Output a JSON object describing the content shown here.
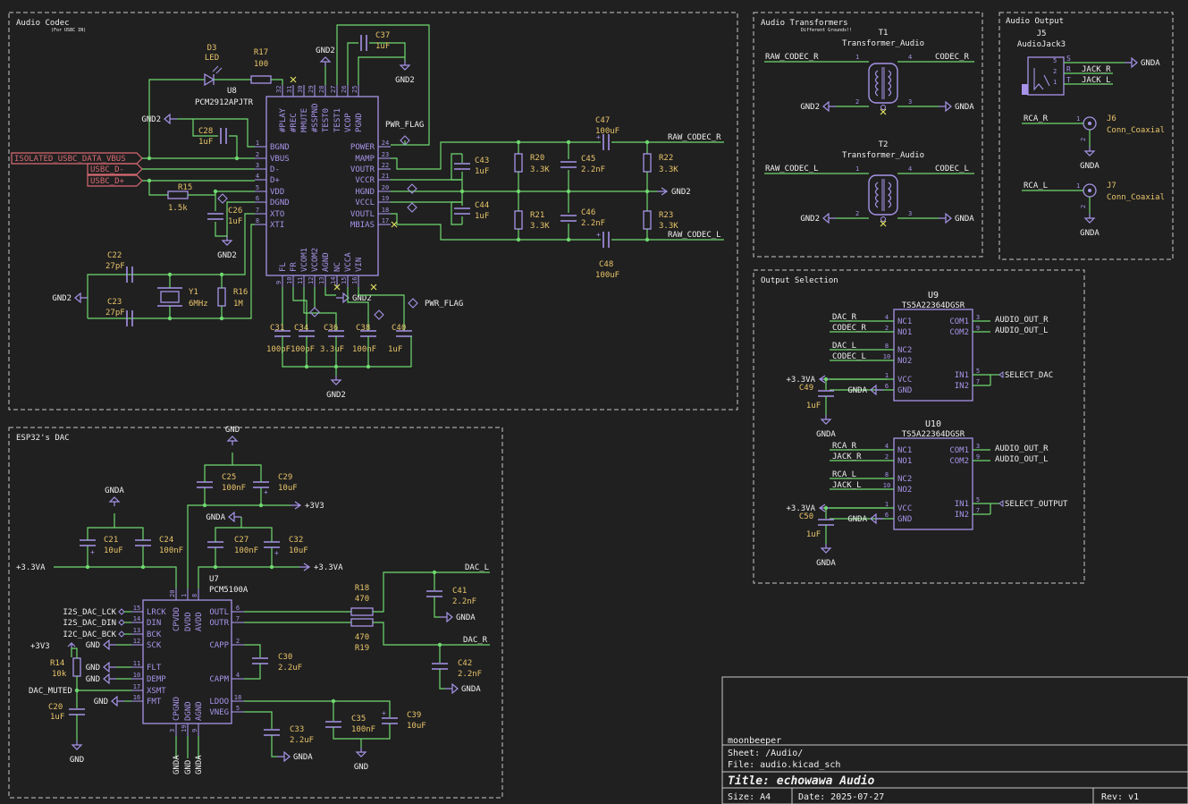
{
  "colors": {
    "background": "#202020",
    "wire": "#6fd96f",
    "component": "#a794e8",
    "value": "#e8c46a",
    "label": "#f0f0f0",
    "hier_label": "#d86a72",
    "frame": "#c8c8c8",
    "no_connect": "#e0e060"
  },
  "sections": {
    "audio_codec": "Audio Codec",
    "audio_codec_note": "(For USBC IN)",
    "transformers": "Audio Transformers",
    "transformers_note": "Different Grounds!!",
    "audio_output": "Audio Output",
    "output_selection": "Output Selection",
    "esp_dac": "ESP32's DAC"
  },
  "title_block": {
    "company": "moonbeeper",
    "sheet": "Sheet: /Audio/",
    "file": "File: audio.kicad_sch",
    "title": "Title: echowawa Audio",
    "size": "Size: A4",
    "date": "Date: 2025-07-27",
    "rev": "Rev: v1"
  },
  "hier_labels": {
    "vbus": "ISOLATED_USBC_DATA_VBUS",
    "dm": "USBC_D-",
    "dp": "USBC_D+"
  },
  "net_labels": {
    "raw_codec_r": "RAW_CODEC_R",
    "raw_codec_l": "RAW_CODEC_L",
    "codec_r": "CODEC_R",
    "codec_l": "CODEC_L",
    "jack_r": "JACK_R",
    "jack_l": "JACK_L",
    "rca_r": "RCA_R",
    "rca_l": "RCA_L",
    "dac_r": "DAC_R",
    "dac_l": "DAC_L",
    "audio_out_r": "AUDIO_OUT_R",
    "audio_out_l": "AUDIO_OUT_L",
    "select_dac": "SELECT_DAC",
    "select_output": "SELECT_OUTPUT",
    "dac_muted": "DAC_MUTED",
    "i2s_lck": "I2S_DAC_LCK",
    "i2s_din": "I2S_DAC_DIN",
    "i2s_bck": "I2C_DAC_BCK",
    "pwr_flag": "PWR_FLAG"
  },
  "power": {
    "gnd": "GND",
    "gnd2": "GND2",
    "gnda": "GNDA",
    "v33": "+3V3",
    "v33a": "+3.3VA"
  },
  "codec": {
    "ref": "U8",
    "part": "PCM2912APJTR",
    "left_pins": [
      {
        "num": "1",
        "name": "BGND"
      },
      {
        "num": "2",
        "name": "VBUS"
      },
      {
        "num": "3",
        "name": "D-"
      },
      {
        "num": "4",
        "name": "D+"
      },
      {
        "num": "5",
        "name": "VDD"
      },
      {
        "num": "6",
        "name": "DGND"
      },
      {
        "num": "7",
        "name": "XTO"
      },
      {
        "num": "8",
        "name": "XTI"
      }
    ],
    "right_pins": [
      {
        "num": "24",
        "name": "POWER"
      },
      {
        "num": "23",
        "name": "MAMP"
      },
      {
        "num": "22",
        "name": "VOUTR"
      },
      {
        "num": "21",
        "name": "VCCR"
      },
      {
        "num": "20",
        "name": "HGND"
      },
      {
        "num": "19",
        "name": "VCCL"
      },
      {
        "num": "18",
        "name": "VOUTL"
      },
      {
        "num": "17",
        "name": "MBIAS"
      }
    ],
    "top_pins": [
      {
        "num": "32",
        "name": "#PLAY"
      },
      {
        "num": "31",
        "name": "#REC"
      },
      {
        "num": "30",
        "name": "MMUTE"
      },
      {
        "num": "29",
        "name": "#SSPND"
      },
      {
        "num": "28",
        "name": "TEST0"
      },
      {
        "num": "27",
        "name": "TEST1"
      },
      {
        "num": "26",
        "name": "VCOP"
      },
      {
        "num": "25",
        "name": "PGND"
      }
    ],
    "bottom_pins": [
      {
        "num": "9",
        "name": "FL"
      },
      {
        "num": "10",
        "name": "FR"
      },
      {
        "num": "11",
        "name": "VCOM1"
      },
      {
        "num": "12",
        "name": "VCOM2"
      },
      {
        "num": "13",
        "name": "AGND"
      },
      {
        "num": "14",
        "name": "NC"
      },
      {
        "num": "15",
        "name": "VCCA"
      },
      {
        "num": "16",
        "name": "VIN"
      }
    ]
  },
  "codec_parts": {
    "d3": {
      "ref": "D3",
      "value": "LED"
    },
    "r17": {
      "ref": "R17",
      "value": "100"
    },
    "c37": {
      "ref": "C37",
      "value": "1uF"
    },
    "c28": {
      "ref": "C28",
      "value": "1uF"
    },
    "r15": {
      "ref": "R15",
      "value": "1.5k"
    },
    "c26": {
      "ref": "C26",
      "value": "1uF"
    },
    "c22": {
      "ref": "C22",
      "value": "27pF"
    },
    "c23": {
      "ref": "C23",
      "value": "27pF"
    },
    "y1": {
      "ref": "Y1",
      "value": "6MHz"
    },
    "r16": {
      "ref": "R16",
      "value": "1M"
    },
    "c31": {
      "ref": "C31",
      "value": "100pF"
    },
    "c34": {
      "ref": "C34",
      "value": "100pF"
    },
    "c36": {
      "ref": "C36",
      "value": "3.3uF"
    },
    "c38": {
      "ref": "C38",
      "value": "100nF"
    },
    "c40": {
      "ref": "C40",
      "value": "1uF"
    },
    "c47": {
      "ref": "C47",
      "value": "100uF"
    },
    "c48": {
      "ref": "C48",
      "value": "100uF"
    },
    "c43": {
      "ref": "C43",
      "value": "1uF"
    },
    "c44": {
      "ref": "C44",
      "value": "1uF"
    },
    "r20": {
      "ref": "R20",
      "value": "3.3K"
    },
    "r21": {
      "ref": "R21",
      "value": "3.3K"
    },
    "c45": {
      "ref": "C45",
      "value": "2.2nF"
    },
    "c46": {
      "ref": "C46",
      "value": "2.2nF"
    },
    "r22": {
      "ref": "R22",
      "value": "3.3K"
    },
    "r23": {
      "ref": "R23",
      "value": "3.3K"
    }
  },
  "transformers": {
    "t1": {
      "ref": "T1",
      "value": "Transformer_Audio"
    },
    "t2": {
      "ref": "T2",
      "value": "Transformer_Audio"
    }
  },
  "output": {
    "j5": {
      "ref": "J5",
      "value": "AudioJack3",
      "pins": [
        "S",
        "R",
        "T"
      ],
      "pin_nums": [
        "5",
        "2",
        "1"
      ]
    },
    "j6": {
      "ref": "J6",
      "value": "Conn_Coaxial"
    },
    "j7": {
      "ref": "J7",
      "value": "Conn_Coaxial"
    }
  },
  "switches": {
    "u9": {
      "ref": "U9",
      "value": "TS5A22364DGSR"
    },
    "u10": {
      "ref": "U10",
      "value": "TS5A22364DGSR"
    },
    "left_pins": [
      {
        "num": "4",
        "name": "NC1"
      },
      {
        "num": "2",
        "name": "NO1"
      },
      {
        "num": "8",
        "name": "NC2"
      },
      {
        "num": "10",
        "name": "NO2"
      },
      {
        "num": "1",
        "name": "VCC"
      },
      {
        "num": "6",
        "name": "GND"
      }
    ],
    "right_pins": [
      {
        "num": "3",
        "name": "COM1"
      },
      {
        "num": "9",
        "name": "COM2"
      },
      {
        "num": "5",
        "name": "IN1"
      },
      {
        "num": "7",
        "name": "IN2"
      }
    ],
    "c49": {
      "ref": "C49",
      "value": "1uF"
    },
    "c50": {
      "ref": "C50",
      "value": "1uF"
    }
  },
  "dac": {
    "ref": "U7",
    "part": "PCM5100A",
    "left_pins": [
      {
        "num": "15",
        "name": "LRCK"
      },
      {
        "num": "14",
        "name": "DIN"
      },
      {
        "num": "13",
        "name": "BCK"
      },
      {
        "num": "12",
        "name": "SCK"
      },
      {
        "num": "11",
        "name": "FLT"
      },
      {
        "num": "10",
        "name": "DEMP"
      },
      {
        "num": "17",
        "name": "XSMT"
      },
      {
        "num": "16",
        "name": "FMT"
      }
    ],
    "right_pins": [
      {
        "num": "6",
        "name": "OUTL"
      },
      {
        "num": "7",
        "name": "OUTR"
      },
      {
        "num": "2",
        "name": "CAPP"
      },
      {
        "num": "4",
        "name": "CAPM"
      },
      {
        "num": "18",
        "name": "LDOO"
      },
      {
        "num": "5",
        "name": "VNEG"
      }
    ],
    "top_pins": [
      {
        "num": "20",
        "name": "CPVDD"
      },
      {
        "num": "1",
        "name": "DVDD"
      },
      {
        "num": "8",
        "name": "AVDD"
      }
    ],
    "bottom_pins": [
      {
        "num": "3",
        "name": "CPGND"
      },
      {
        "num": "19",
        "name": "DGND"
      },
      {
        "num": "9",
        "name": "AGND"
      }
    ]
  },
  "dac_parts": {
    "c25": {
      "ref": "C25",
      "value": "100nF"
    },
    "c29": {
      "ref": "C29",
      "value": "10uF"
    },
    "c21": {
      "ref": "C21",
      "value": "10uF"
    },
    "c24": {
      "ref": "C24",
      "value": "100nF"
    },
    "c27": {
      "ref": "C27",
      "value": "100nF"
    },
    "c32": {
      "ref": "C32",
      "value": "10uF"
    },
    "r18": {
      "ref": "R18",
      "value": "470"
    },
    "r19": {
      "ref": "R19",
      "value": "470"
    },
    "c41": {
      "ref": "C41",
      "value": "2.2nF"
    },
    "c42": {
      "ref": "C42",
      "value": "2.2nF"
    },
    "c30": {
      "ref": "C30",
      "value": "2.2uF"
    },
    "c33": {
      "ref": "C33",
      "value": "2.2uF"
    },
    "c35": {
      "ref": "C35",
      "value": "100nF"
    },
    "c39": {
      "ref": "C39",
      "value": "10uF"
    },
    "r14": {
      "ref": "R14",
      "value": "10k"
    },
    "c20": {
      "ref": "C20",
      "value": "1uF"
    }
  }
}
